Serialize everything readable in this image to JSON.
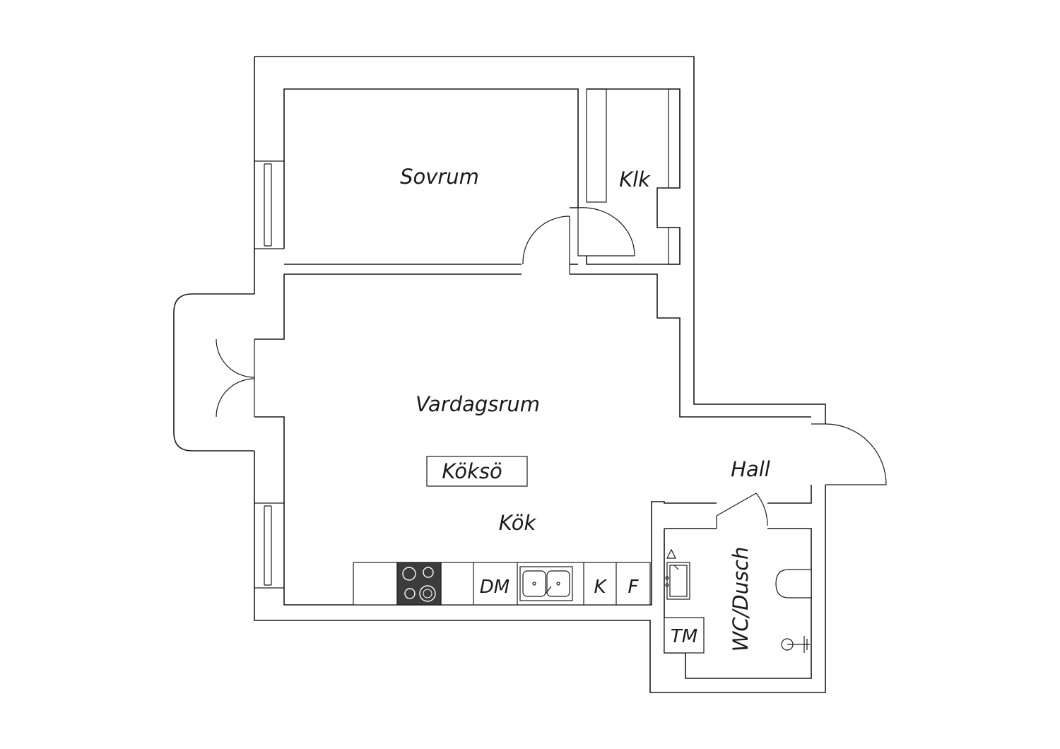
{
  "rooms": {
    "sovrum": "Sovrum",
    "klk": "Klk",
    "vardagsrum": "Vardagsrum",
    "koksso": "Köksö",
    "kok": "Kök",
    "hall": "Hall",
    "wc": "WC/Dusch"
  },
  "appliances": {
    "dm": "DM",
    "k": "K",
    "f": "F",
    "tm": "TM"
  },
  "colors": {
    "line": "#1a1a1a",
    "stove": "#3c3c3c",
    "background": "#ffffff"
  }
}
